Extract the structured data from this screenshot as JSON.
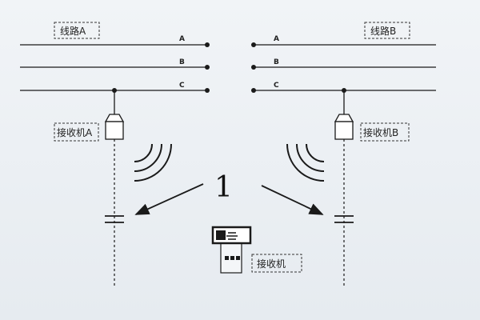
{
  "lines": {
    "left_label": "线路A",
    "right_label": "线路B",
    "phases": [
      "A",
      "B",
      "C"
    ]
  },
  "receivers": {
    "left_label": "接收机A",
    "right_label": "接收机B",
    "handheld_label": "接收机"
  },
  "marker": {
    "text": "1"
  },
  "colors": {
    "ink": "#1a1a1a",
    "background": "#eef2f5"
  }
}
